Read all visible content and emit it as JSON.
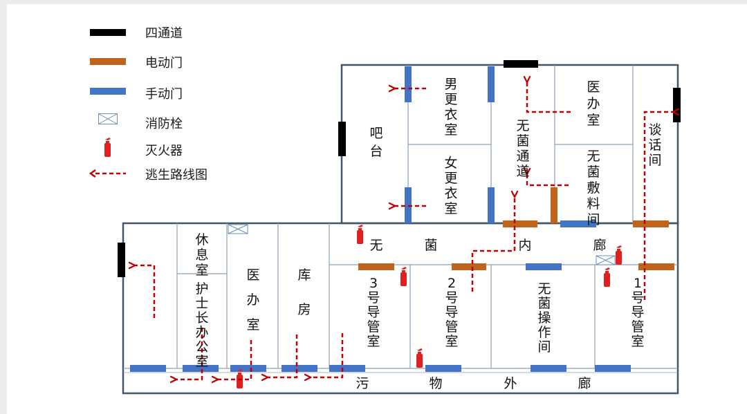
{
  "legend": {
    "passage": "四通道",
    "electric_door": "电动门",
    "manual_door": "手动门",
    "hydrant": "消防栓",
    "extinguisher": "灭火器",
    "escape_route": "逃生路线图"
  },
  "rooms": {
    "bar": "吧台",
    "male_change": "男更衣室",
    "female_change": "女更衣室",
    "sterile_passage": "无菌通道",
    "doctor_office_top": "医办室",
    "sterile_dressing": "无菌敷料间",
    "talk_room": "谈话间",
    "sterile_corridor": [
      "无",
      "菌",
      "内",
      "廊"
    ],
    "rest_room": "休息室",
    "head_nurse_office": "护士长办公室",
    "doctor_office_bottom": "医办室",
    "storage": "库房",
    "cath_room_3": "3号导管室",
    "cath_room_2": "2号导管室",
    "sterile_operation": "无菌操作间",
    "cath_room_1": "1号导管室",
    "waste_corridor": [
      "污",
      "物",
      "外",
      "廊"
    ]
  },
  "colors": {
    "wall": "#44546a",
    "passage": "#000000",
    "electric_door": "#c0641c",
    "manual_door": "#4472c4",
    "escape_route": "#c00000",
    "extinguisher": "#e02020",
    "hydrant": "#6b8fb5"
  },
  "icons": {
    "hydrant": "hydrant-icon",
    "extinguisher": "fire-extinguisher-icon",
    "escape_route": "dashed-arrow-icon"
  }
}
